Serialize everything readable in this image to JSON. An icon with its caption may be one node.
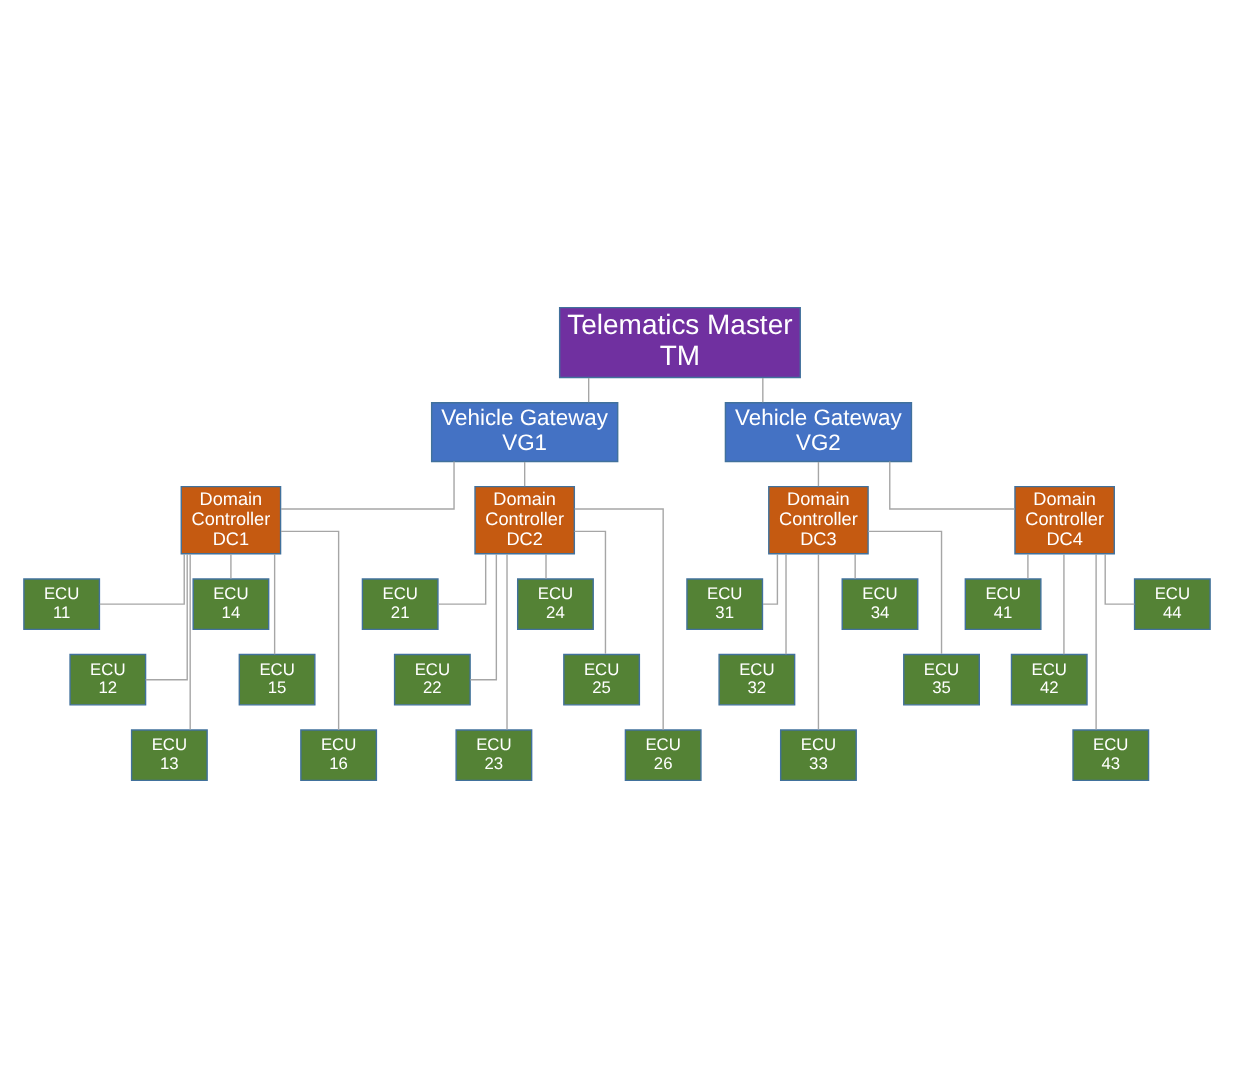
{
  "diagram": {
    "nodes": [
      {
        "text": [
          "Telematics Master TM"
        ]
      },
      {
        "text": [
          "Vehicle Gateway VG1"
        ]
      },
      {
        "text": [
          "Vehicle Gateway VG2"
        ]
      },
      {
        "text": [
          "Domain Controller DC1"
        ]
      },
      {
        "text": [
          "Domain Controller DC2"
        ]
      },
      {
        "text": [
          "Domain Controller DC3"
        ]
      },
      {
        "text": [
          "Domain Controller DC4"
        ]
      },
      {
        "text": [
          "ECU 11"
        ]
      },
      {
        "text": [
          "ECU 12"
        ]
      },
      {
        "text": [
          "ECU 13"
        ]
      },
      {
        "text": [
          "ECU 14"
        ]
      },
      {
        "text": [
          "ECU 15"
        ]
      },
      {
        "text": [
          "ECU 16"
        ]
      },
      {
        "text": [
          "ECU 21"
        ]
      },
      {
        "text": [
          "ECU 22"
        ]
      },
      {
        "text": [
          "ECU 23"
        ]
      },
      {
        "text": [
          "ECU 24"
        ]
      },
      {
        "text": [
          "ECU 25"
        ]
      },
      {
        "text": [
          "ECU 26"
        ]
      },
      {
        "text": [
          "ECU 31"
        ]
      },
      {
        "text": [
          "ECU 32"
        ]
      },
      {
        "text": [
          "ECU 33"
        ]
      },
      {
        "text": [
          "ECU 34"
        ]
      },
      {
        "text": [
          "ECU 35"
        ]
      },
      {
        "text": [
          "ECU 41"
        ]
      },
      {
        "text": [
          "ECU 42"
        ]
      },
      {
        "text": [
          "ECU 43"
        ]
      },
      {
        "text": [
          "ECU 44"
        ]
      }
    ],
    "edges": [
      {
        "from": 0,
        "to": 1,
        "arrow": "none"
      },
      {
        "from": 0,
        "to": 2,
        "arrow": "none"
      },
      {
        "from": 1,
        "to": 3,
        "arrow": "none"
      },
      {
        "from": 1,
        "to": 4,
        "arrow": "none"
      },
      {
        "from": 2,
        "to": 5,
        "arrow": "none"
      },
      {
        "from": 2,
        "to": 6,
        "arrow": "none"
      },
      {
        "from": 3,
        "to": 7,
        "arrow": "none"
      },
      {
        "from": 3,
        "to": 8,
        "arrow": "none"
      },
      {
        "from": 3,
        "to": 9,
        "arrow": "none"
      },
      {
        "from": 3,
        "to": 10,
        "arrow": "none"
      },
      {
        "from": 3,
        "to": 11,
        "arrow": "none"
      },
      {
        "from": 3,
        "to": 12,
        "arrow": "none"
      },
      {
        "from": 4,
        "to": 13,
        "arrow": "none"
      },
      {
        "from": 4,
        "to": 14,
        "arrow": "none"
      },
      {
        "from": 4,
        "to": 15,
        "arrow": "none"
      },
      {
        "from": 4,
        "to": 16,
        "arrow": "none"
      },
      {
        "from": 4,
        "to": 17,
        "arrow": "none"
      },
      {
        "from": 4,
        "to": 18,
        "arrow": "none"
      },
      {
        "from": 5,
        "to": 19,
        "arrow": "none"
      },
      {
        "from": 5,
        "to": 20,
        "arrow": "none"
      },
      {
        "from": 5,
        "to": 21,
        "arrow": "none"
      },
      {
        "from": 5,
        "to": 22,
        "arrow": "none"
      },
      {
        "from": 5,
        "to": 23,
        "arrow": "none"
      },
      {
        "from": 6,
        "to": 24,
        "arrow": "none"
      },
      {
        "from": 6,
        "to": 25,
        "arrow": "none"
      },
      {
        "from": 6,
        "to": 26,
        "arrow": "none"
      },
      {
        "from": 6,
        "to": 27,
        "arrow": "none"
      }
    ]
  }
}
